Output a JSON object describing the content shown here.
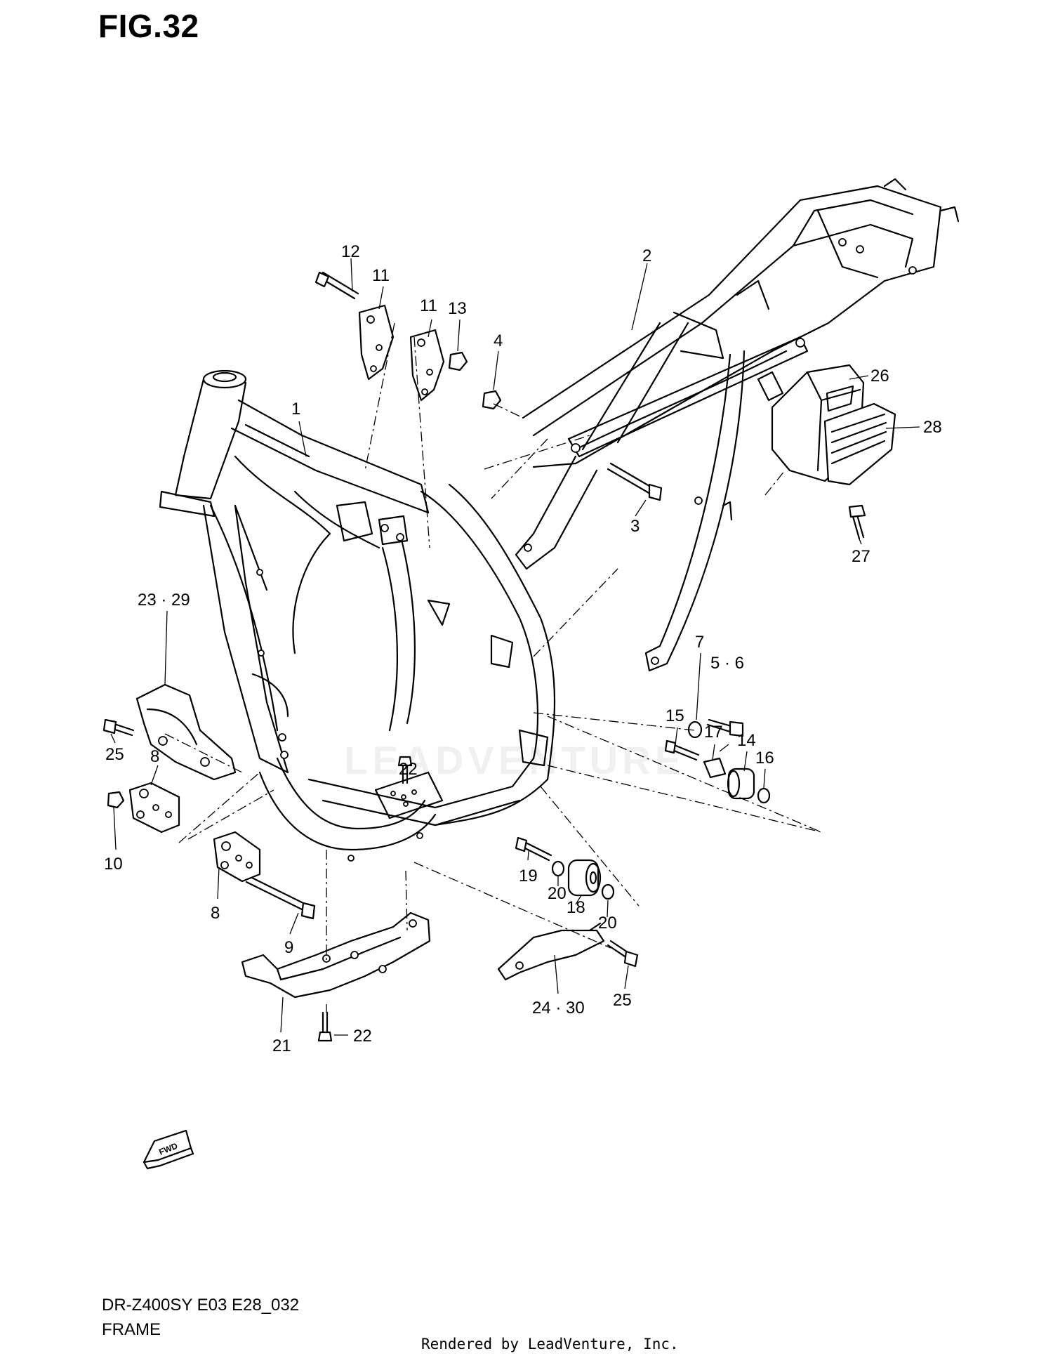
{
  "figure": {
    "title": "FIG.32"
  },
  "watermark": "LEADVENTURE",
  "callouts": {
    "p1": "1",
    "p2": "2",
    "p3": "3",
    "p4": "4",
    "p5_6": "5 · 6",
    "p7": "7",
    "p8a": "8",
    "p8b": "8",
    "p9": "9",
    "p10": "10",
    "p11a": "11",
    "p11b": "11",
    "p12": "12",
    "p13": "13",
    "p14": "14",
    "p15": "15",
    "p16": "16",
    "p17": "17",
    "p18": "18",
    "p19": "19",
    "p20a": "20",
    "p20b": "20",
    "p21": "21",
    "p22a": "22",
    "p22b": "22",
    "p23_29": "23 · 29",
    "p24_30": "24 · 30",
    "p25a": "25",
    "p25b": "25",
    "p26": "26",
    "p27": "27",
    "p28": "28"
  },
  "fwd_label": "FWD",
  "footer": {
    "model_code": "DR-Z400SY  E03  E28_032",
    "section_name": "FRAME",
    "render_credit": "Rendered by LeadVenture, Inc."
  }
}
